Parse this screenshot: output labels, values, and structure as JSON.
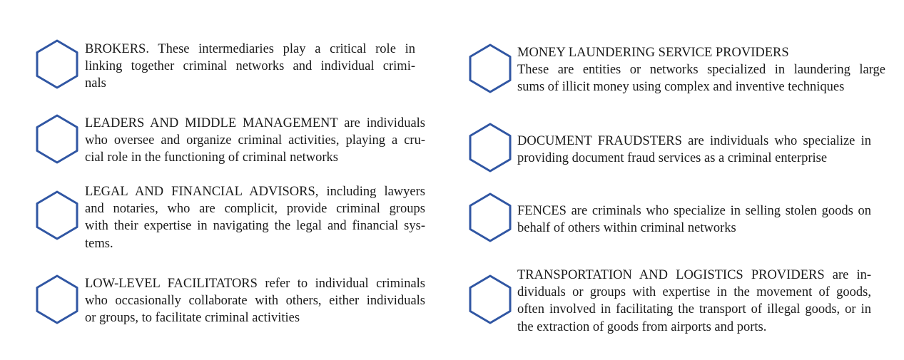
{
  "hexagon_color": "#3056a3",
  "icon": "hexagon-outline-icon",
  "left_column": [
    {
      "lines": [
        "BROKERS. These intermediaries play a critical role in",
        "linking together criminal networks and individual crimi-",
        "nals"
      ]
    },
    {
      "lines": [
        "LEADERS AND MIDDLE MANAGEMENT are individuals",
        "who oversee and organize criminal activities, playing a cru-",
        "cial role in the functioning of criminal networks"
      ]
    },
    {
      "lines": [
        "LEGAL AND FINANCIAL ADVISORS, including lawyers",
        "and notaries, who are complicit, provide criminal groups",
        "with their expertise in navigating the legal and financial sys-",
        "tems."
      ]
    },
    {
      "lines": [
        "LOW-LEVEL FACILITATORS refer to individual criminals",
        "who occasionally collaborate with others, either individuals",
        "or groups, to facilitate criminal activities"
      ]
    }
  ],
  "right_column": [
    {
      "lines": [
        "MONEY LAUNDERING SERVICE PROVIDERS",
        "These are entities or networks specialized in laundering large",
        "sums of illicit money using complex and inventive techniques"
      ]
    },
    {
      "lines": [
        "DOCUMENT FRAUDSTERS are individuals who specialize in",
        "providing document fraud services as a criminal enterprise"
      ]
    },
    {
      "lines": [
        "FENCES are criminals who specialize in selling stolen goods on",
        "behalf of others within criminal networks"
      ]
    },
    {
      "lines": [
        "TRANSPORTATION AND LOGISTICS PROVIDERS are in-",
        "dividuals or groups with expertise in the movement of goods,",
        "often involved in facilitating the transport of illegal goods, or in",
        "the extraction of goods from airports and ports."
      ]
    }
  ]
}
